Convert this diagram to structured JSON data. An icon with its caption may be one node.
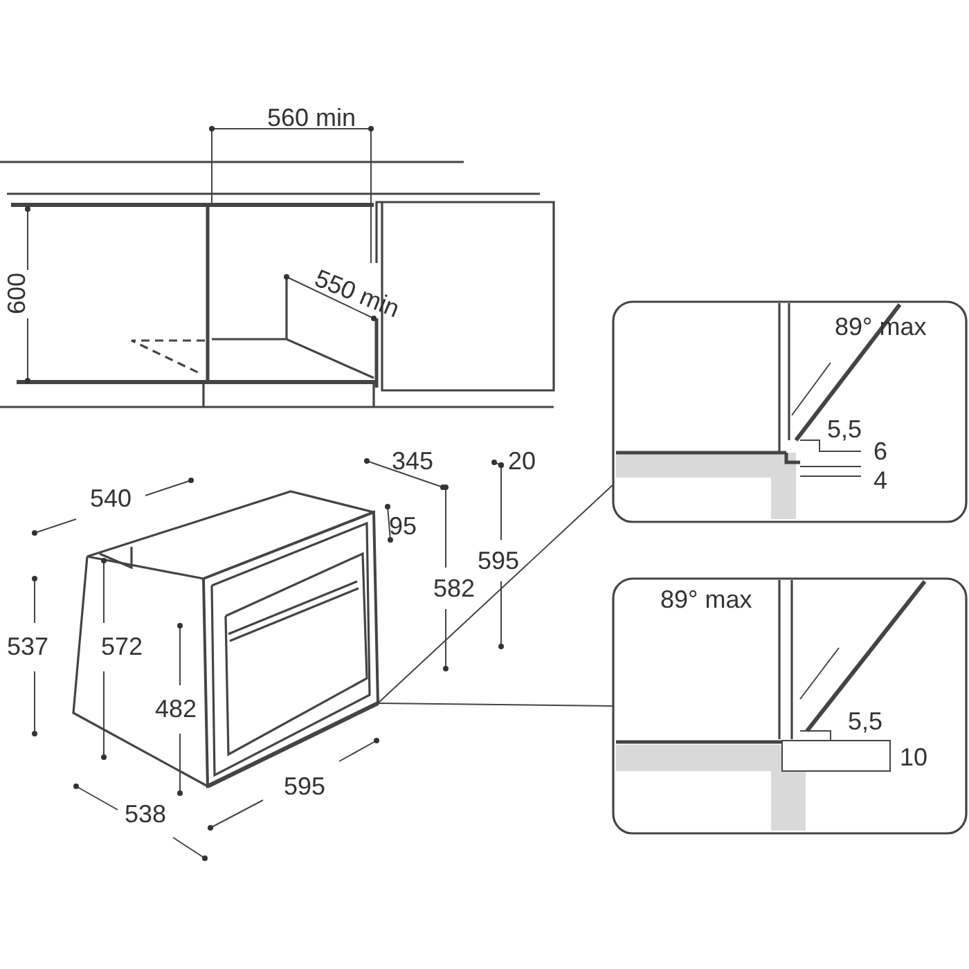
{
  "diagram": {
    "nodes": [
      {
        "text": [],
        "shape": "picture"
      },
      {
        "text": [],
        "shape": "box"
      },
      {
        "text": [],
        "shape": "box"
      }
    ],
    "edges": [
      {
        "from": 0,
        "to": 1,
        "arrow": "none"
      },
      {
        "from": 0,
        "to": 2,
        "arrow": "none"
      }
    ],
    "labels": [
      "560 min",
      "600",
      "550 min",
      "89° max",
      "5,5",
      "6",
      "4",
      "345",
      "20",
      "540",
      "95",
      "595",
      "582",
      "537",
      "572",
      "482",
      "89° max",
      "5,5",
      "10",
      "595",
      "538"
    ]
  }
}
